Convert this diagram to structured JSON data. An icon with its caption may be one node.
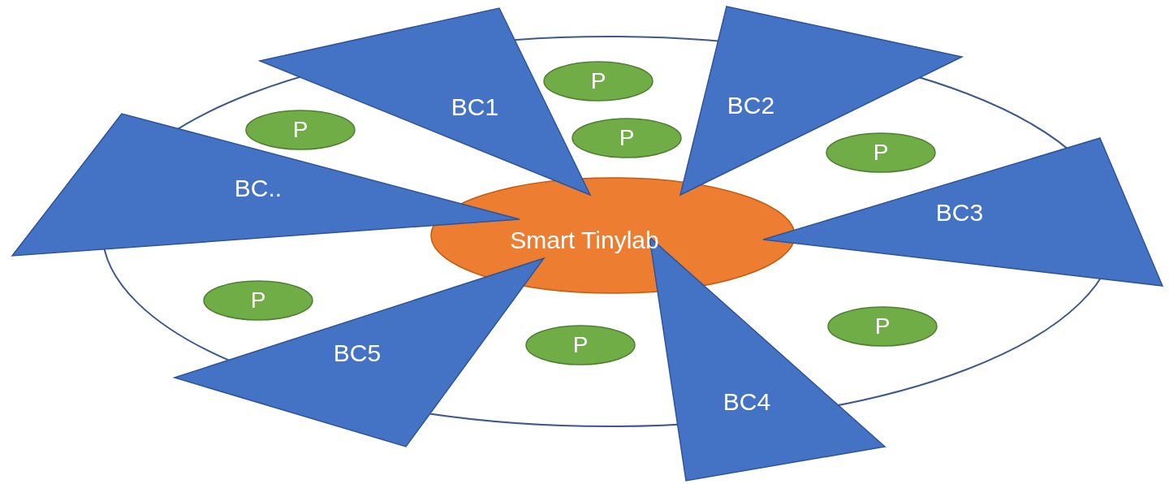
{
  "diagram": {
    "nodes": [
      {
        "text": [
          "BC1"
        ]
      },
      {
        "text": [
          "P"
        ]
      },
      {
        "text": [
          "BC2"
        ]
      },
      {
        "text": [
          "P"
        ]
      },
      {
        "text": [
          "P"
        ]
      },
      {
        "text": [
          "P"
        ]
      },
      {
        "text": [
          "BC.."
        ]
      },
      {
        "text": [
          "Smart Tinylab"
        ]
      },
      {
        "text": [
          "BC3"
        ]
      },
      {
        "text": [
          "P"
        ]
      },
      {
        "text": [
          "BC5"
        ]
      },
      {
        "text": [
          "P"
        ]
      },
      {
        "text": [
          "BC4"
        ]
      },
      {
        "text": [
          "P"
        ]
      }
    ]
  }
}
